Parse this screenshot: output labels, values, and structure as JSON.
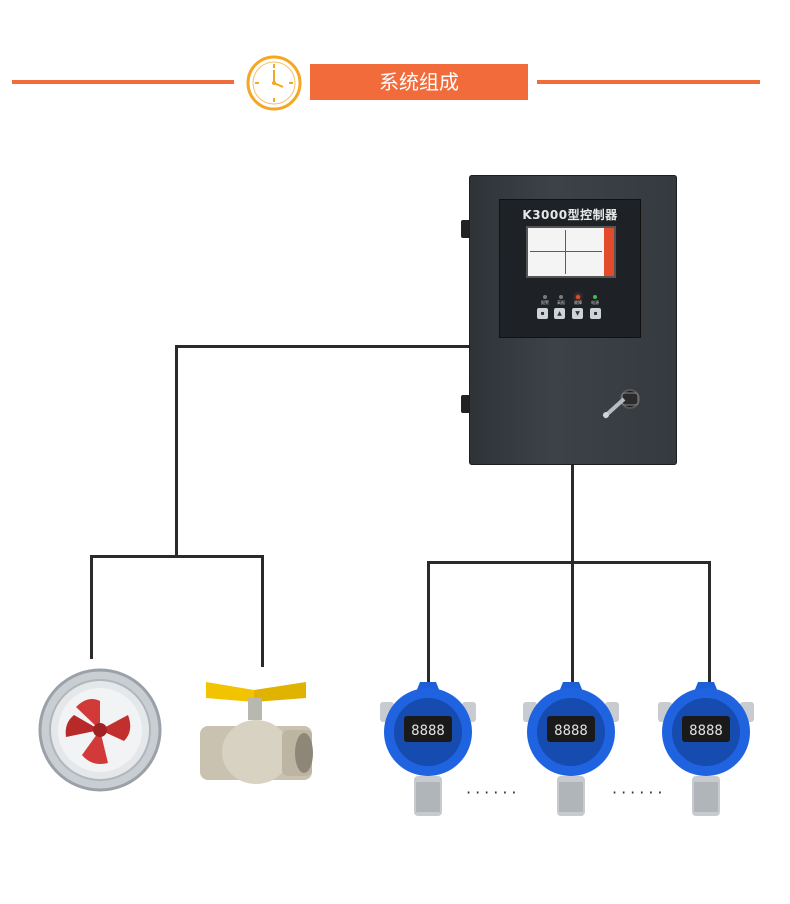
{
  "header": {
    "title": "系统组成"
  },
  "controller": {
    "title": "K3000型控制器",
    "led_labels": [
      "报警",
      "高报",
      "故障",
      "电源"
    ],
    "colors": {
      "accent": "#f26b3a",
      "led_alarm": "#e24b2c",
      "led_power": "#3cbf4a"
    }
  },
  "devices": {
    "fan": "fan-icon",
    "valve": "valve-icon",
    "detectors": [
      "gas-detector-icon",
      "gas-detector-icon",
      "gas-detector-icon"
    ],
    "ellipsis_1": "······",
    "ellipsis_2": "······"
  }
}
